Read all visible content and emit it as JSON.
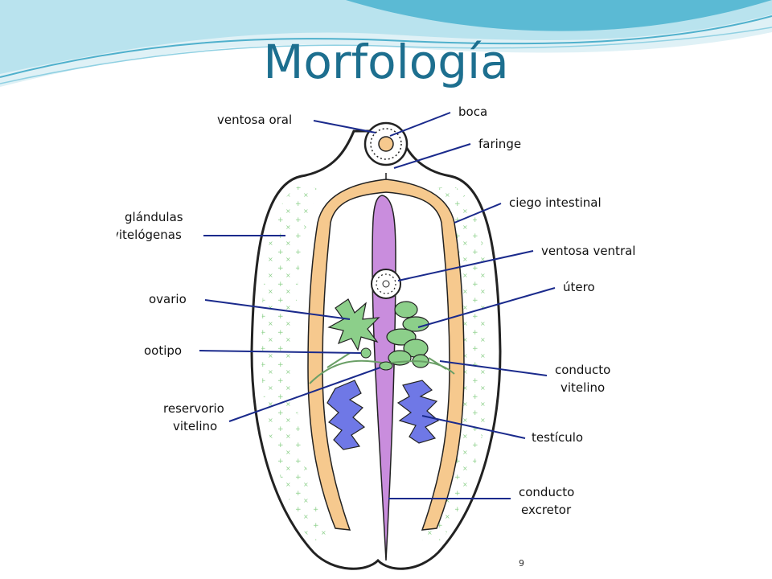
{
  "slide": {
    "title": "Morfología",
    "page_number": "9"
  },
  "labels": {
    "ventosa_oral": "ventosa oral",
    "boca": "boca",
    "faringe": "faringe",
    "glandulas_line1": "glándulas",
    "glandulas_line2": "vitelógenas",
    "ciego_intestinal": "ciego intestinal",
    "ventosa_ventral": "ventosa ventral",
    "ovario": "ovario",
    "utero": "útero",
    "ootipo": "ootipo",
    "conducto_vitelino_line1": "conducto",
    "conducto_vitelino_line2": "vitelino",
    "reservorio_line1": "reservorio",
    "reservorio_line2": "vitelino",
    "testiculo": "testículo",
    "conducto_excretor_line1": "conducto",
    "conducto_excretor_line2": "excretor"
  },
  "colors": {
    "title": "#1d6f8f",
    "intestine": "#f6c98e",
    "uterus_excretory": "#c98ddd",
    "testis": "#6f78e6",
    "ovary_glands": "#8ccf8a",
    "leader_lines": "#1a2a8c"
  }
}
